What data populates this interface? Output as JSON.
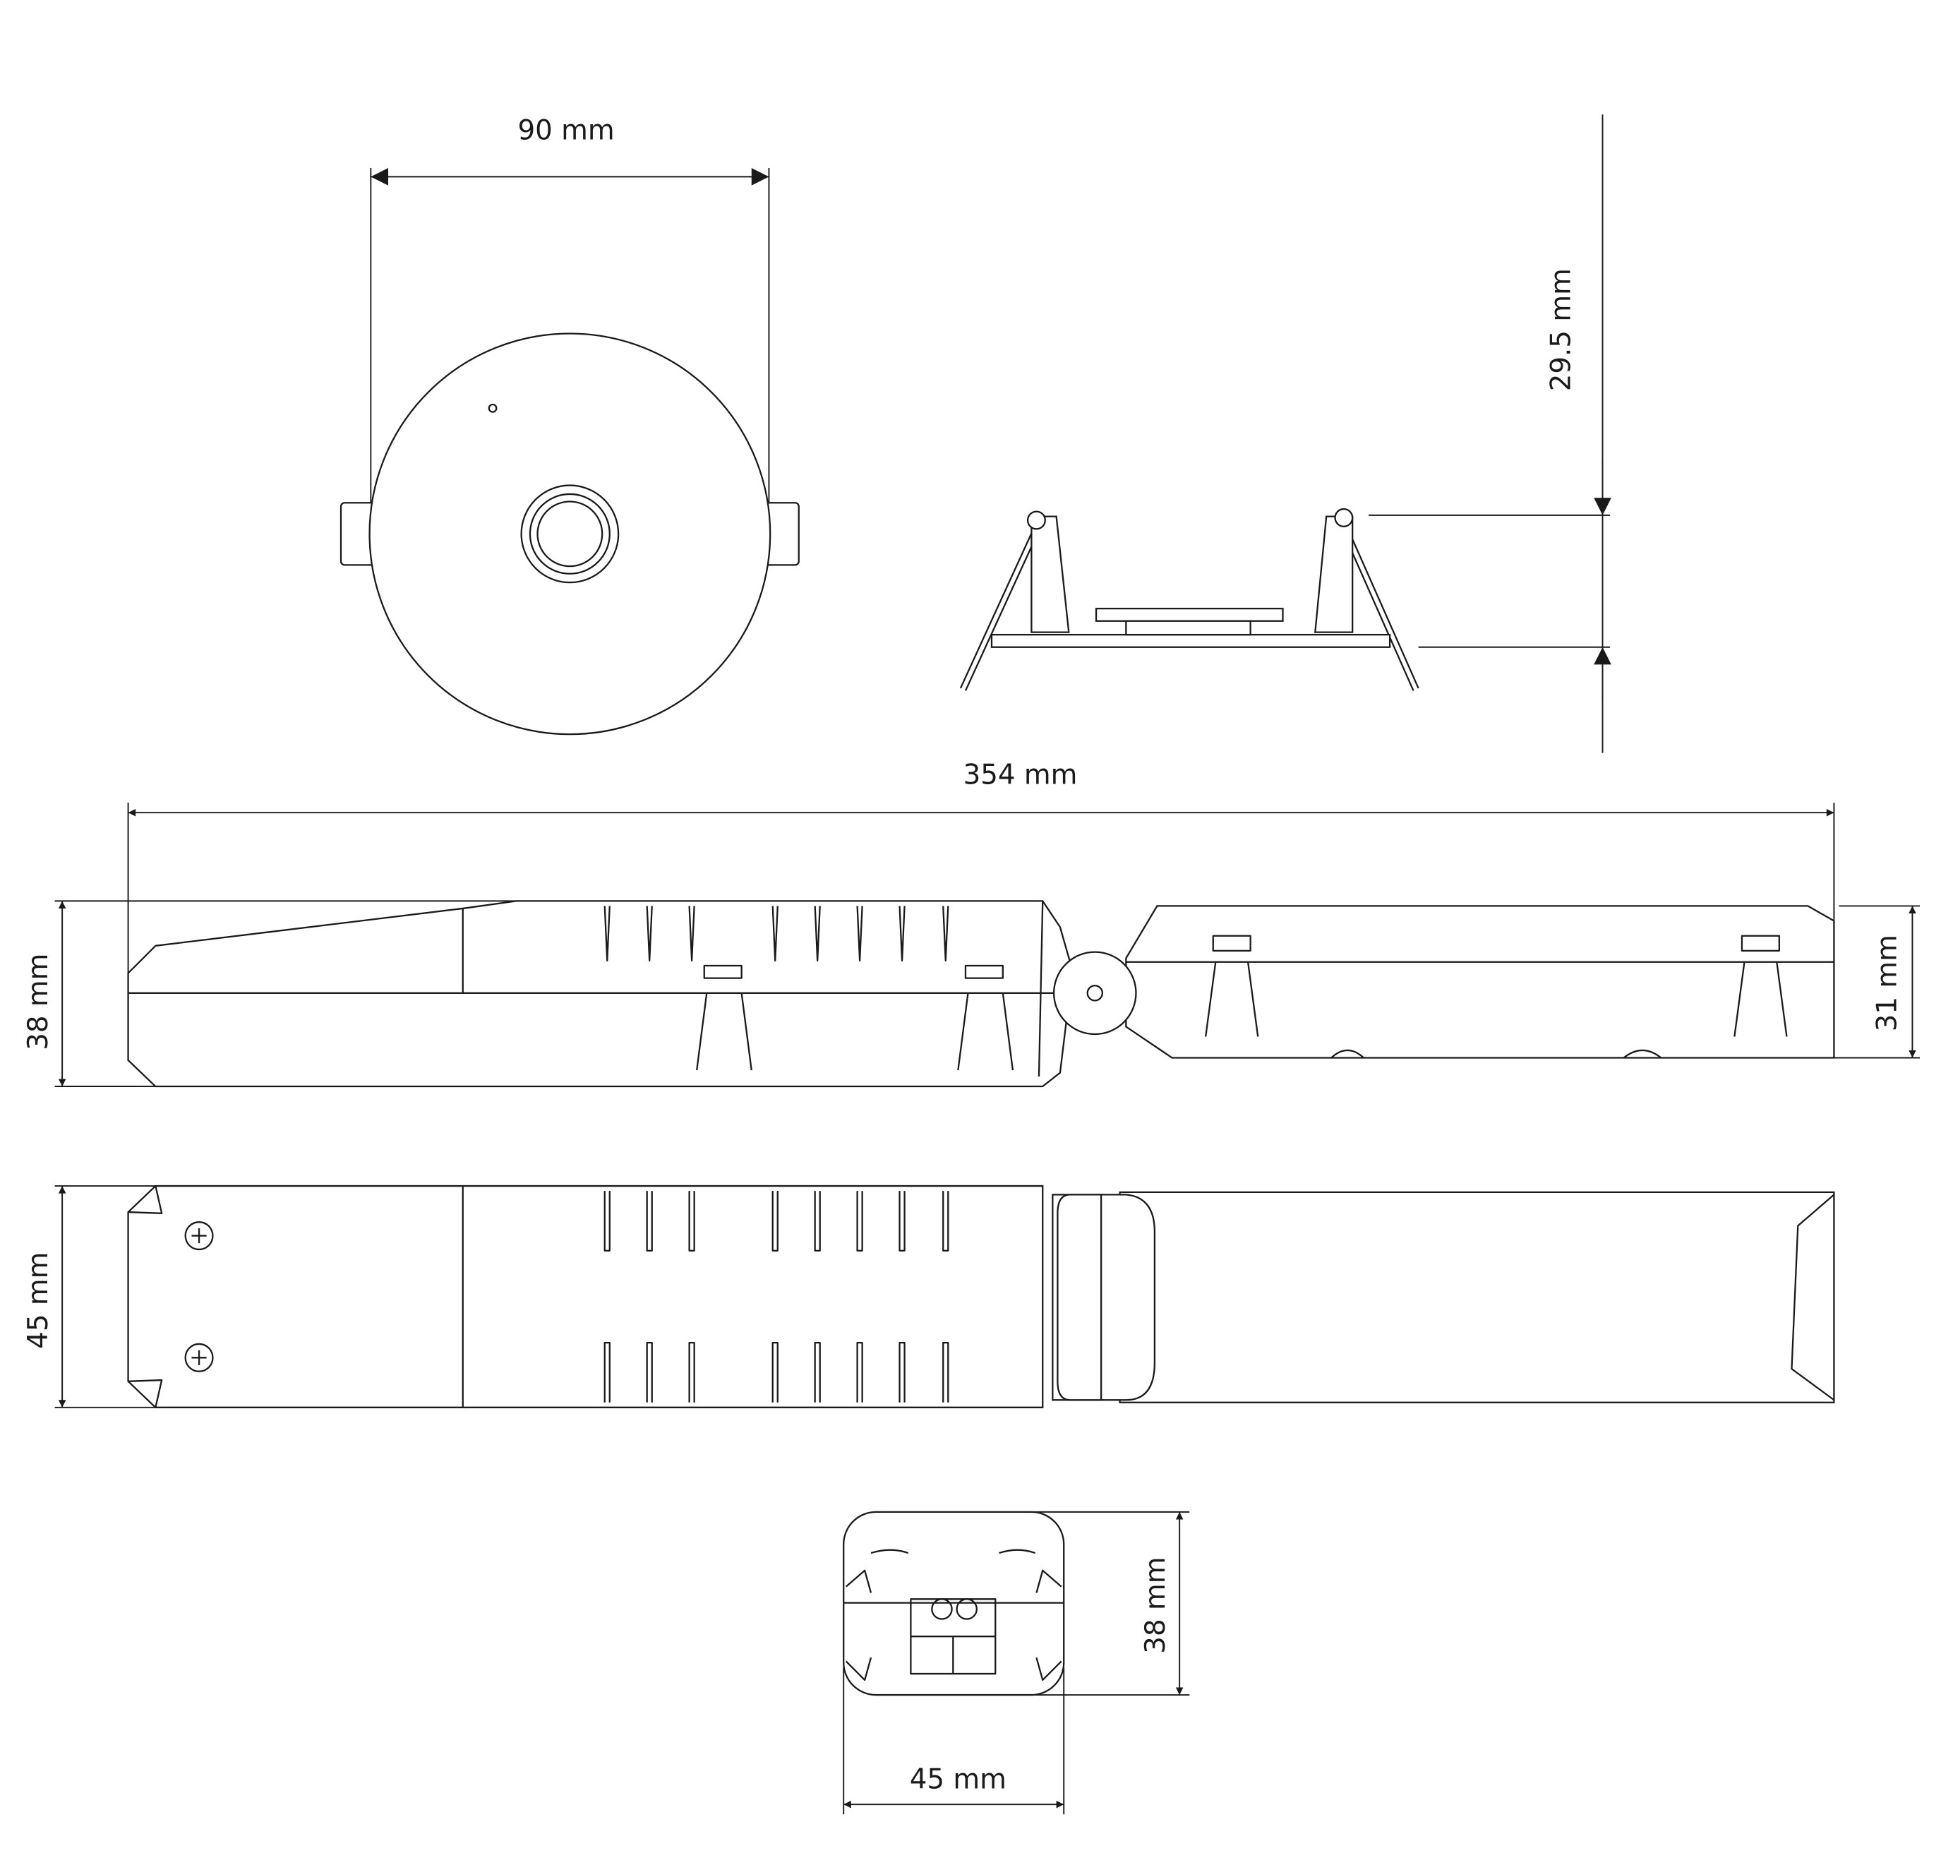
{
  "dimensions": {
    "top_diameter": "90 mm",
    "side_height": "29.5 mm",
    "total_length": "354 mm",
    "driver_height": "38 mm",
    "battery_height": "31 mm",
    "top_width": "45 mm",
    "end_height": "38 mm",
    "end_width": "45 mm"
  },
  "colors": {
    "line": "#1a1a1a",
    "background": "#ffffff"
  }
}
